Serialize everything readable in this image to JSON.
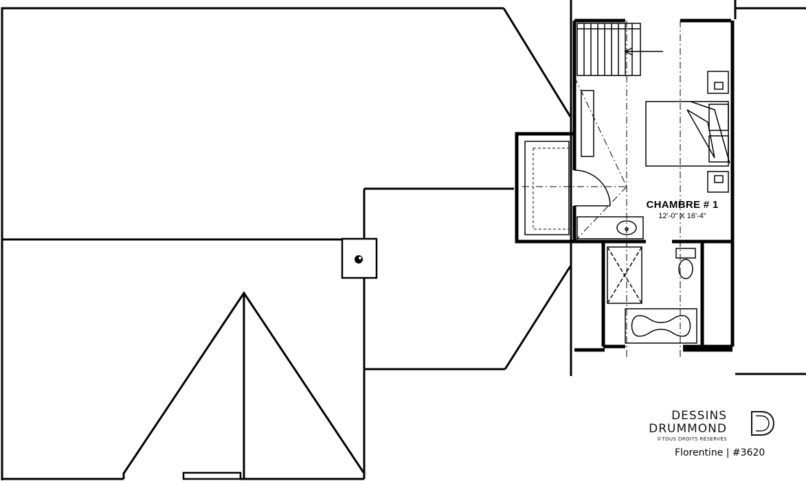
{
  "room": {
    "name": "CHAMBRE # 1",
    "dimensions": "12'-0\" X 16'-4\""
  },
  "brand": {
    "line1": "DESSINS",
    "line2": "DRUMMOND",
    "copyright": "©TOUS DROITS RÉSERVÉS"
  },
  "plan_reference": "Florentine | #3620",
  "colors": {
    "line": "#000000",
    "background": "#ffffff"
  }
}
